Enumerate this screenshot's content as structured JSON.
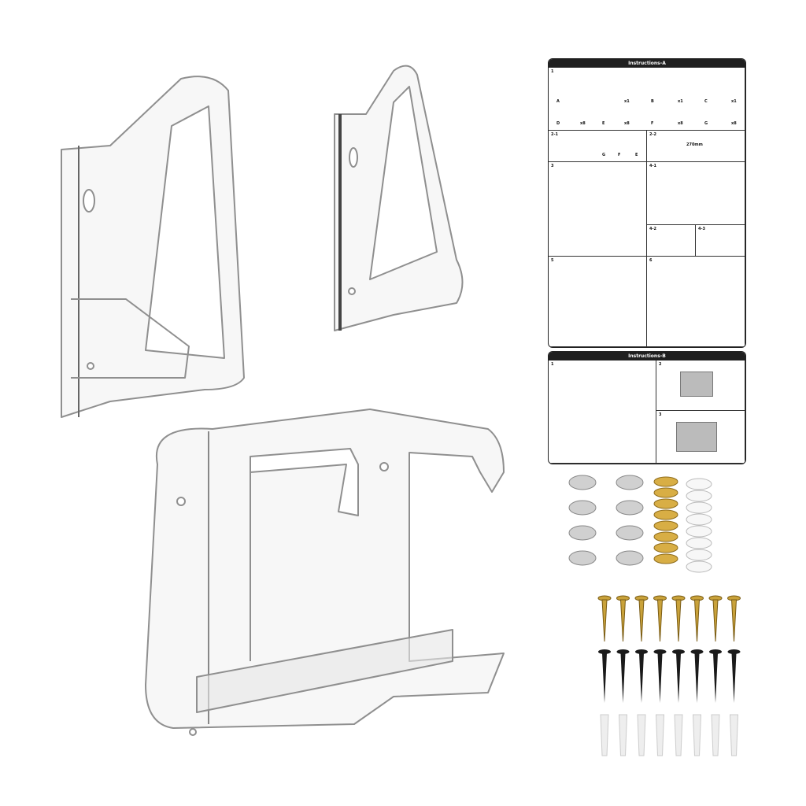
{
  "instructions_a": {
    "title": "Instructions-A",
    "steps": [
      "1",
      "2-1",
      "2-2",
      "3",
      "4-1",
      "4-2",
      "4-3",
      "5",
      "6"
    ],
    "parts": [
      {
        "letter": "A",
        "qty": "x1"
      },
      {
        "letter": "B",
        "qty": "x1"
      },
      {
        "letter": "C",
        "qty": "x1"
      },
      {
        "letter": "D",
        "qty": "x8"
      },
      {
        "letter": "E",
        "qty": "x8"
      },
      {
        "letter": "F",
        "qty": "x8"
      },
      {
        "letter": "G",
        "qty": "x8"
      }
    ],
    "distance": "270mm",
    "step21_labels": [
      "G",
      "F",
      "E"
    ]
  },
  "instructions_b": {
    "title": "Instructions-B",
    "steps": [
      "1",
      "2",
      "3"
    ]
  },
  "colors": {
    "acrylic_edge": "#9a9a9a",
    "header": "#1f1f1f",
    "gold": "#c9a23a",
    "black_screw": "#1a1a1a",
    "anchor": "#eeeeee",
    "magnet": "#c8c8c8"
  }
}
